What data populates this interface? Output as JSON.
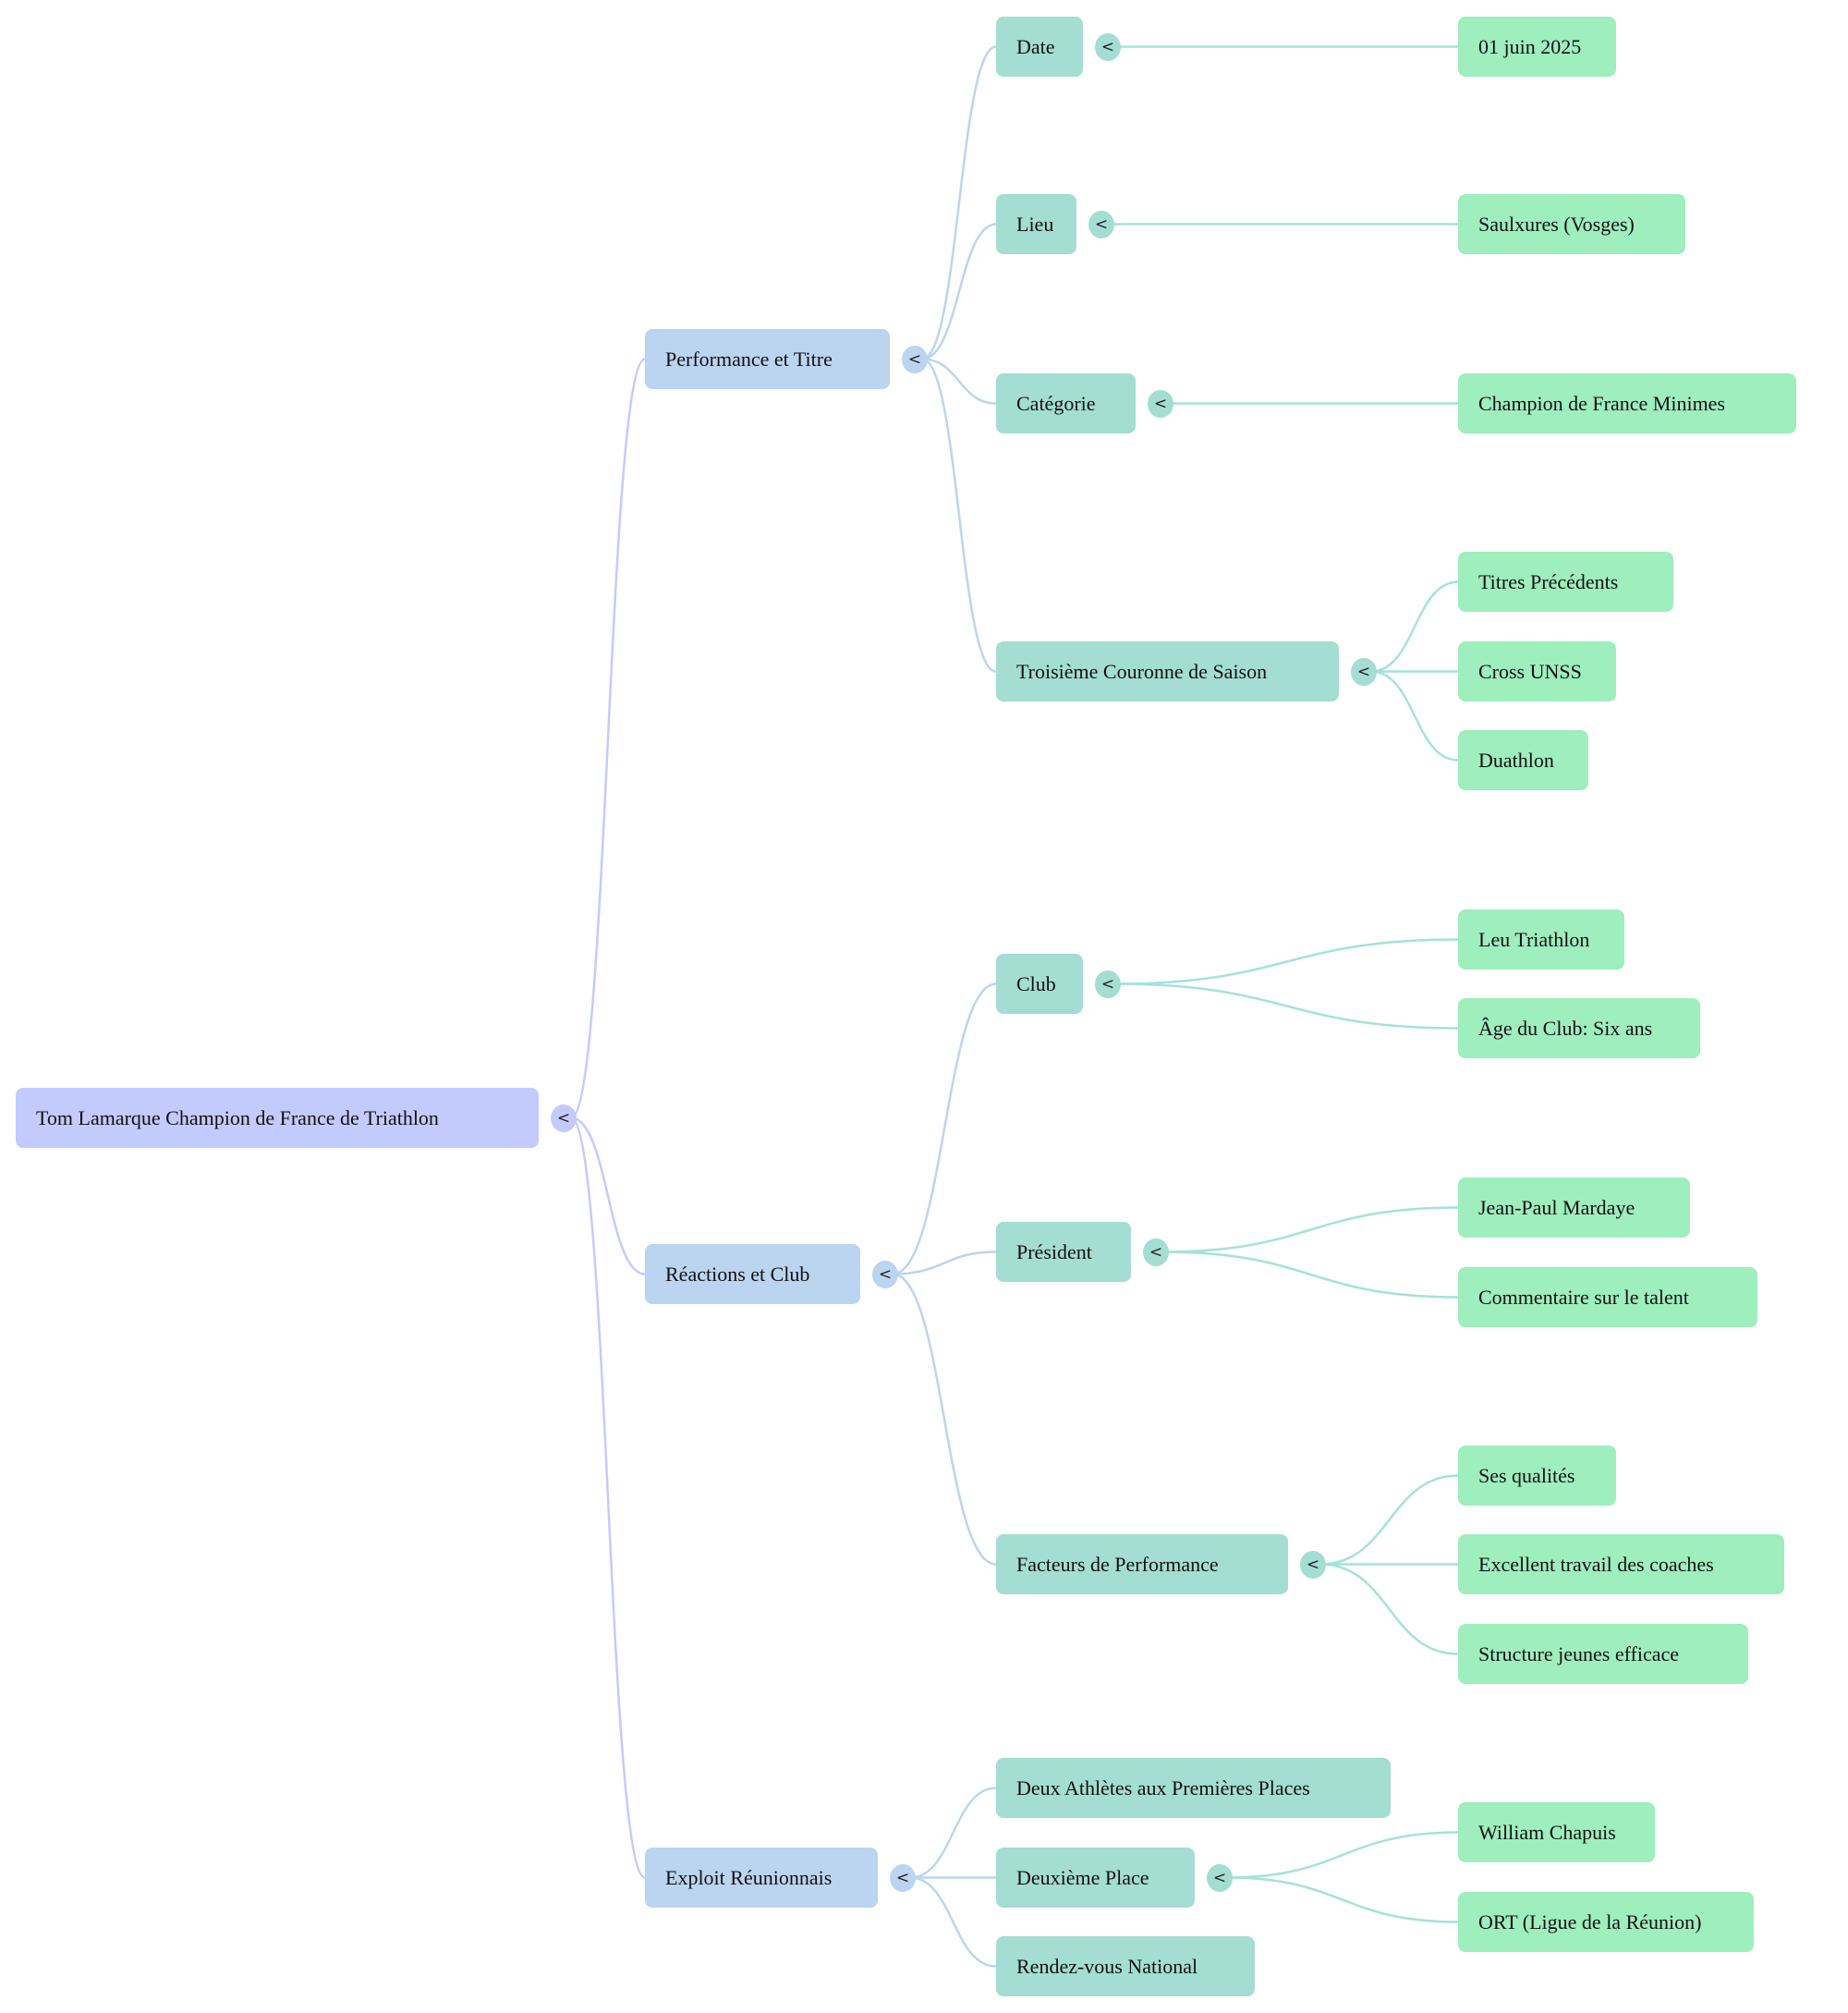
{
  "mindmap": {
    "toggle_glyph": "<",
    "colors": {
      "root": "#c3cbfc",
      "level1": "#bbd5f0",
      "level2": "#a4ddd1",
      "level3": "#9eeebe",
      "link_root": "#c3cbfc",
      "link_level1": "#bbd5f0",
      "link_level2": "#a4e3d6"
    },
    "root": {
      "label": "Tom Lamarque Champion de France de Triathlon",
      "children": [
        {
          "label": "Performance et Titre",
          "children": [
            {
              "label": "Date",
              "children": [
                {
                  "label": "01 juin 2025"
                }
              ]
            },
            {
              "label": "Lieu",
              "children": [
                {
                  "label": "Saulxures (Vosges)"
                }
              ]
            },
            {
              "label": "Catégorie",
              "children": [
                {
                  "label": "Champion de France Minimes"
                }
              ]
            },
            {
              "label": "Troisième Couronne de Saison",
              "children": [
                {
                  "label": "Titres Précédents"
                },
                {
                  "label": "Cross UNSS"
                },
                {
                  "label": "Duathlon"
                }
              ]
            }
          ]
        },
        {
          "label": "Réactions et Club",
          "children": [
            {
              "label": "Club",
              "children": [
                {
                  "label": "Leu Triathlon"
                },
                {
                  "label": "Âge du Club: Six ans"
                }
              ]
            },
            {
              "label": "Président",
              "children": [
                {
                  "label": "Jean-Paul Mardaye"
                },
                {
                  "label": "Commentaire sur le talent"
                }
              ]
            },
            {
              "label": "Facteurs de Performance",
              "children": [
                {
                  "label": "Ses qualités"
                },
                {
                  "label": "Excellent travail des coaches"
                },
                {
                  "label": "Structure jeunes efficace"
                }
              ]
            }
          ]
        },
        {
          "label": "Exploit Réunionnais",
          "children": [
            {
              "label": "Deux Athlètes aux Premières Places"
            },
            {
              "label": "Deuxième Place",
              "children": [
                {
                  "label": "William Chapuis"
                },
                {
                  "label": "ORT (Ligue de la Réunion)"
                }
              ]
            },
            {
              "label": "Rendez-vous National"
            }
          ]
        }
      ]
    }
  }
}
